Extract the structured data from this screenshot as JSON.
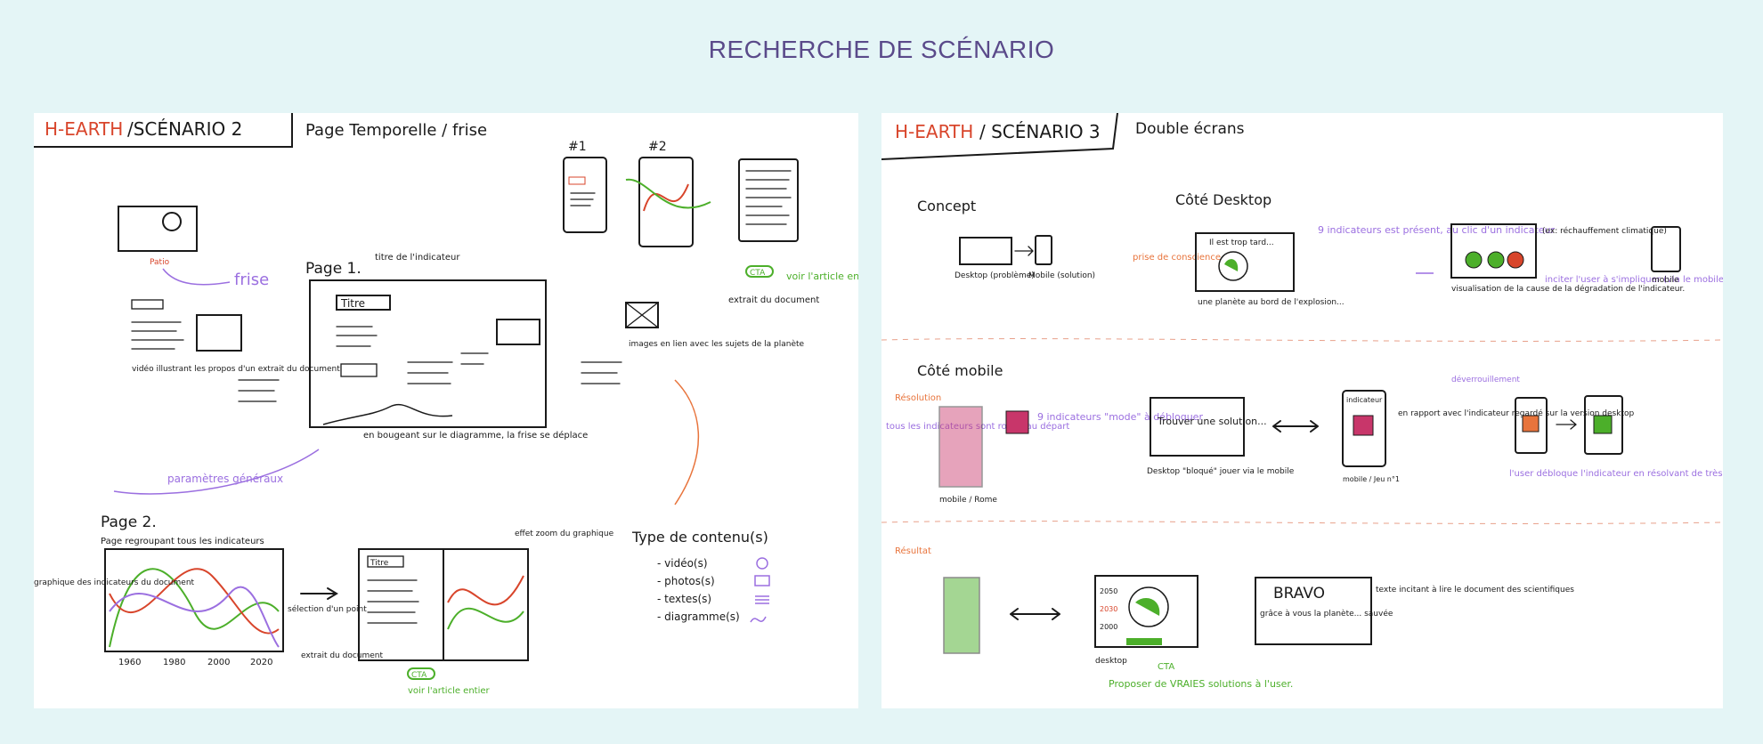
{
  "page": {
    "title": "RECHERCHE DE SCÉNARIO"
  },
  "left_sketch": {
    "header_brand": "H-EARTH",
    "header_scenario": "/SCÉNARIO 2",
    "header_subtitle": "Page Temporelle / frise",
    "phone_1": "#1",
    "phone_2": "#2",
    "frise_label": "frise",
    "page1_title": "Page 1.",
    "page1_note": "titre de l'indicateur",
    "titre_box": "Titre",
    "video_note": "vidéo illustrant les propos d'un extrait du document",
    "images_note": "images en lien avec les sujets de la planète",
    "extrait_note": "extrait du document",
    "cta_top": "CTA",
    "cta_top_note": "voir l'article entier",
    "bouger_note": "en bougeant sur le diagramme, la frise se déplace",
    "param_note": "paramètres généraux",
    "page2_title": "Page 2.",
    "page2_note": "Page regroupant tous les indicateurs",
    "graph_note": "graphique des indicateurs du document",
    "select_note": "sélection d'un point",
    "years": [
      "1960",
      "1980",
      "2000",
      "2020"
    ],
    "titre_box_2": "Titre",
    "extrait_note_2": "extrait du document",
    "cta_bottom": "CTA",
    "cta_bottom_note": "voir l'article entier",
    "zoom_note": "effet zoom du graphique",
    "type_title": "Type de contenu(s)",
    "types": [
      "- vidéo(s)",
      "- photos(s)",
      "- textes(s)",
      "- diagramme(s)"
    ]
  },
  "right_sketch": {
    "header_brand": "H-EARTH",
    "header_scenario": "/ SCÉNARIO 3",
    "header_subtitle": "Double écrans",
    "concept_title": "Concept",
    "concept_desktop": "Desktop (problème)",
    "concept_mobile": "Mobile (solution)",
    "cote_desktop": "Côté Desktop",
    "prise_conscience": "prise de conscience",
    "desktop_text": "Il est trop tard...",
    "planet_note": "une planète au bord de l'explosion...",
    "indicateurs_note": "9 indicateurs est présent, au clic d'un indicateur",
    "visualisation_note": "visualisation de la cause de la dégradation de l'indicateur.",
    "rechauffement_note": "(ex: réchauffement climatique)",
    "inciter_note": "inciter l'user à s'impliquer (via le mobile)",
    "mobile_label": "mobile",
    "cote_mobile": "Côté mobile",
    "resolution": "Résolution",
    "rouge_note": "tous les indicateurs sont rouge au départ",
    "mobile_rome": "mobile / Rome",
    "neuf_note": "9 indicateurs \"mode\" à débloquer",
    "trouver_text": "Trouver une solution...",
    "desktop_bloque": "Desktop \"bloqué\" jouer via le mobile",
    "indicateur_label": "indicateur",
    "mobile_jeu": "mobile / Jeu n°1",
    "rapport_note": "en rapport avec l'indicateur regardé sur la version desktop",
    "deverouillement": "déverrouillement",
    "debloque_note": "l'user débloque l'indicateur en résolvant de très simple et rapide actions sur son mobile",
    "resultat": "Résultat",
    "bravo": "BRAVO",
    "bravo_text": "grâce à vous la planète... sauvée",
    "texte_note": "texte incitant à lire le document des scientifiques",
    "desktop_label": "desktop",
    "cta_label": "CTA",
    "cta_note": "Proposer de VRAIES solutions à l'user.",
    "stats": [
      "2050",
      "2030",
      "2000"
    ]
  },
  "colors": {
    "title": "#5a4a8a",
    "background": "#e4f5f6",
    "ink": "#1a1a1a",
    "red": "#d8452b",
    "purple": "#9b6fe0",
    "green": "#4caf2a",
    "orange": "#e8743c",
    "pink": "#c8366a"
  }
}
